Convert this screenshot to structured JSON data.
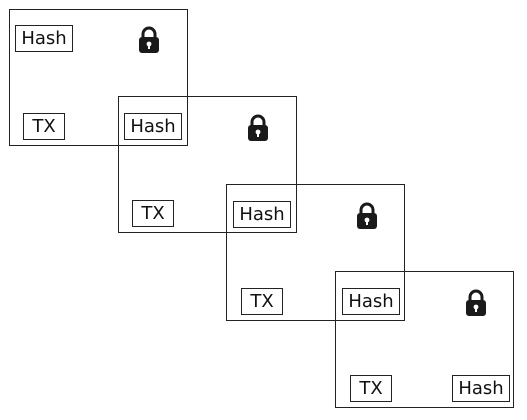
{
  "diagram": {
    "blocks": [
      {
        "hash_label": "Hash",
        "tx_label": "TX",
        "icon": "lock-icon"
      },
      {
        "hash_label": "Hash",
        "tx_label": "TX",
        "icon": "lock-icon"
      },
      {
        "hash_label": "Hash",
        "tx_label": "TX",
        "icon": "lock-icon"
      },
      {
        "hash_label": "Hash",
        "tx_label": "TX",
        "icon": "lock-icon"
      }
    ],
    "final_hash_label": "Hash",
    "colors": {
      "stroke": "#222222",
      "lock": "#1a1a1a",
      "background": "#ffffff"
    }
  }
}
